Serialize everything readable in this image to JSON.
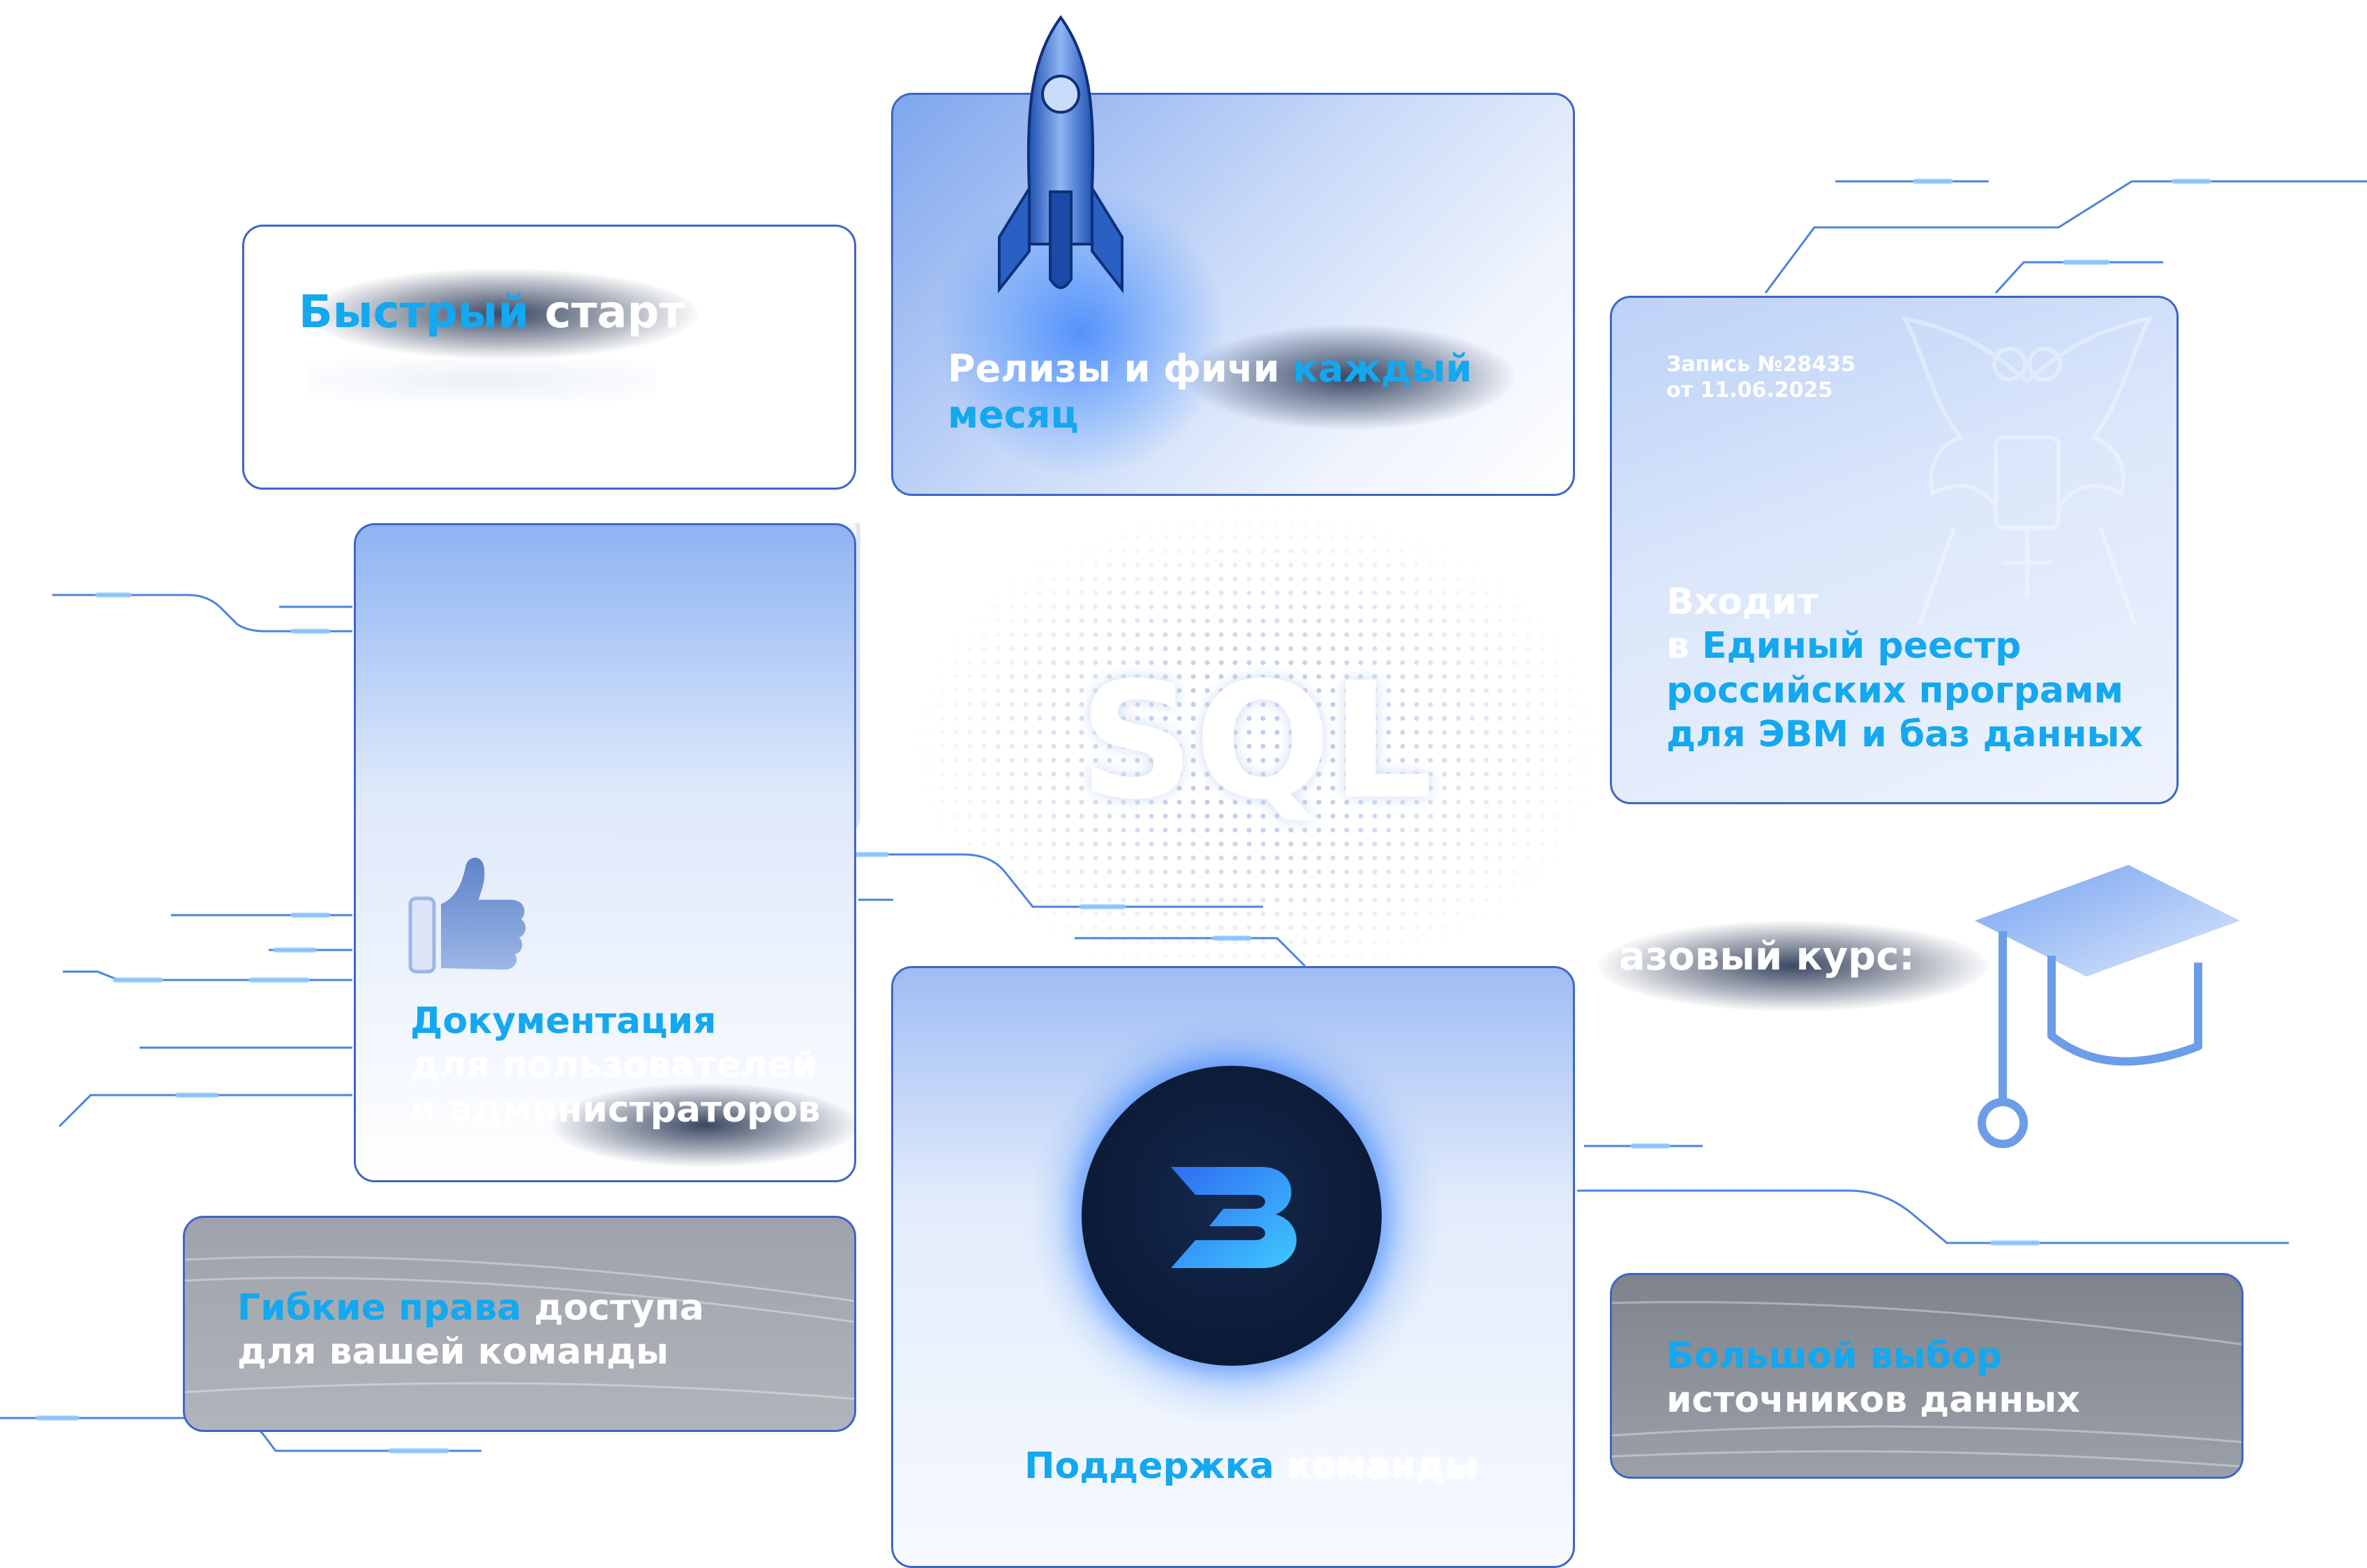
{
  "cards": {
    "fast_start": {
      "highlight": "Быстрый",
      "text": " старт"
    },
    "releases": {
      "line1_white": "Релизы и фичи ",
      "line1_cyan": "каждый",
      "line2_cyan": "месяц"
    },
    "registry": {
      "record_line1": "Запись №28435",
      "record_line2": "от 11.06.2025",
      "line1_white": "Входит",
      "line2_white": "в ",
      "line2_cyan": "Единый реестр",
      "line3_cyan": "российских программ",
      "line4_cyan": "для ЭВМ и баз данных"
    },
    "docs": {
      "title": "Документация",
      "line2": "для пользователей",
      "line3": "и администраторов"
    },
    "access": {
      "highlight": "Гибкие права",
      "text": " доступа",
      "line2": "для вашей команды"
    },
    "support": {
      "highlight": "Поддержка",
      "text": " команды"
    },
    "sources": {
      "highlight": "Большой выбор",
      "line2": "источников данных"
    }
  },
  "center": {
    "big": "SQL"
  },
  "course": {
    "text": "азовый курс:"
  },
  "icons": [
    "rocket-icon",
    "checklist-icon",
    "thumbs-up-icon",
    "logo-icon",
    "eagle-emblem-icon",
    "graduation-cap-icon"
  ],
  "colors": {
    "accent": "#13a8ef",
    "border": "#3f66c6",
    "circuit": "#2c6fd6"
  }
}
